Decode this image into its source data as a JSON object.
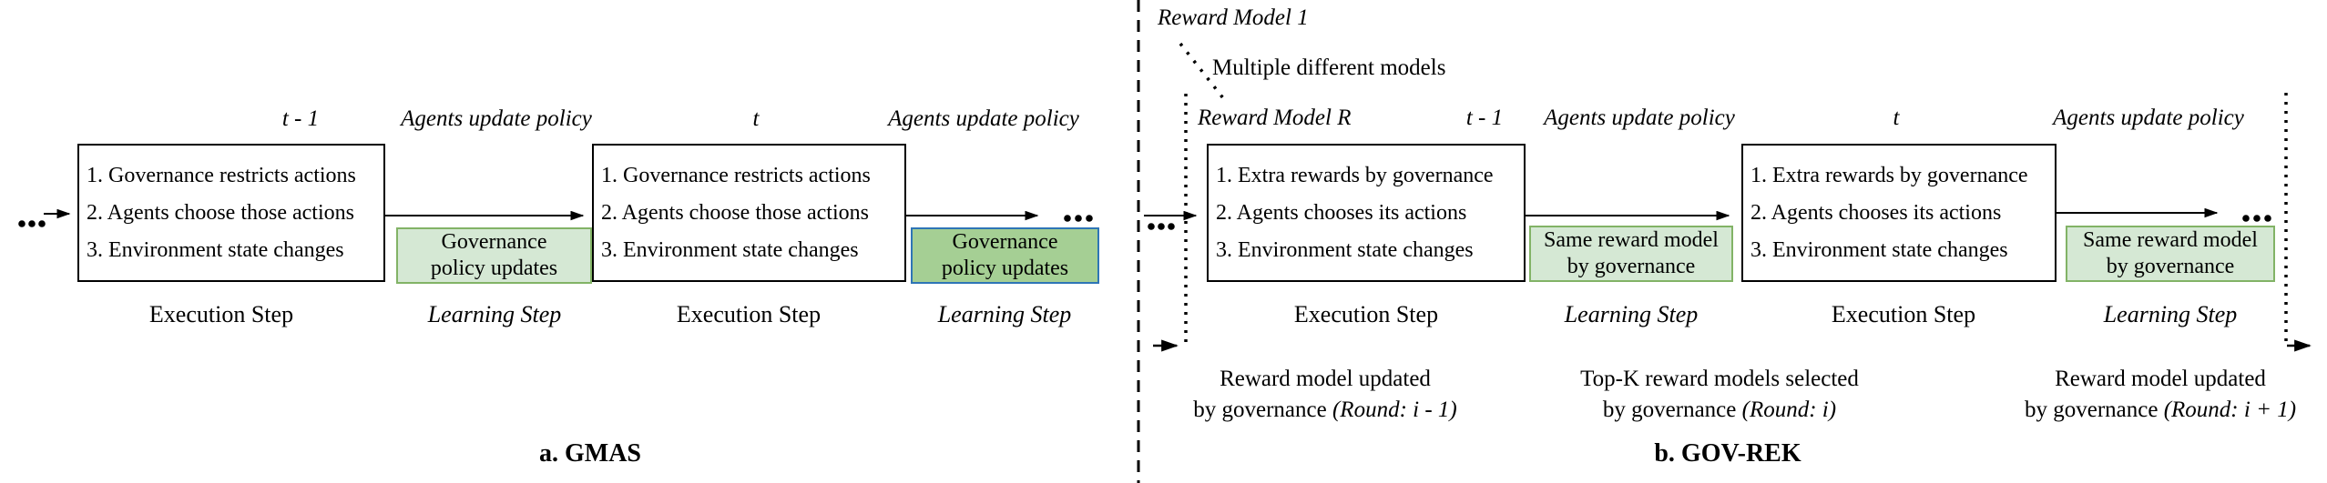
{
  "figure": {
    "colors": {
      "light_green_fill": "#d5e8d4",
      "green_border": "#82b366",
      "dark_green_fill": "#a5cf94",
      "blue_border": "#2e75b6"
    },
    "panel_a": {
      "caption": "a. GMAS",
      "t_minus_1_label": "t - 1",
      "t_label": "t",
      "agents_update_policy_label_1": "Agents update policy",
      "agents_update_policy_label_2": "Agents update policy",
      "execution_box_lines": [
        "1. Governance restricts actions",
        "2. Agents choose those actions",
        "3. Environment state changes"
      ],
      "governance_update_box_line1": "Governance",
      "governance_update_box_line2": "policy updates",
      "execution_step_label": "Execution Step",
      "learning_step_label": "Learning Step"
    },
    "panel_b": {
      "caption": "b. GOV-REK",
      "reward_model_1_label": "Reward Model 1",
      "multiple_models_label": "Multiple different models",
      "reward_model_r_label": "Reward Model R",
      "t_minus_1_label": "t - 1",
      "t_label": "t",
      "agents_update_policy_label_1": "Agents update policy",
      "agents_update_policy_label_2": "Agents update policy",
      "execution_box_lines": [
        "1. Extra rewards by governance",
        "2. Agents chooses its actions",
        "3. Environment state changes"
      ],
      "reward_box_line1": "Same reward model",
      "reward_box_line2": "by governance",
      "execution_step_label": "Execution Step",
      "learning_step_label": "Learning Step",
      "bottom_labels": [
        {
          "line1": "Reward model updated",
          "line2_text": "by governance ",
          "line2_round": "(Round: i - 1)"
        },
        {
          "line1": "Top-K reward models selected",
          "line2_text": "by governance ",
          "line2_round": "(Round: i)"
        },
        {
          "line1": "Reward model updated",
          "line2_text": "by governance ",
          "line2_round": "(Round: i + 1)"
        }
      ]
    }
  }
}
